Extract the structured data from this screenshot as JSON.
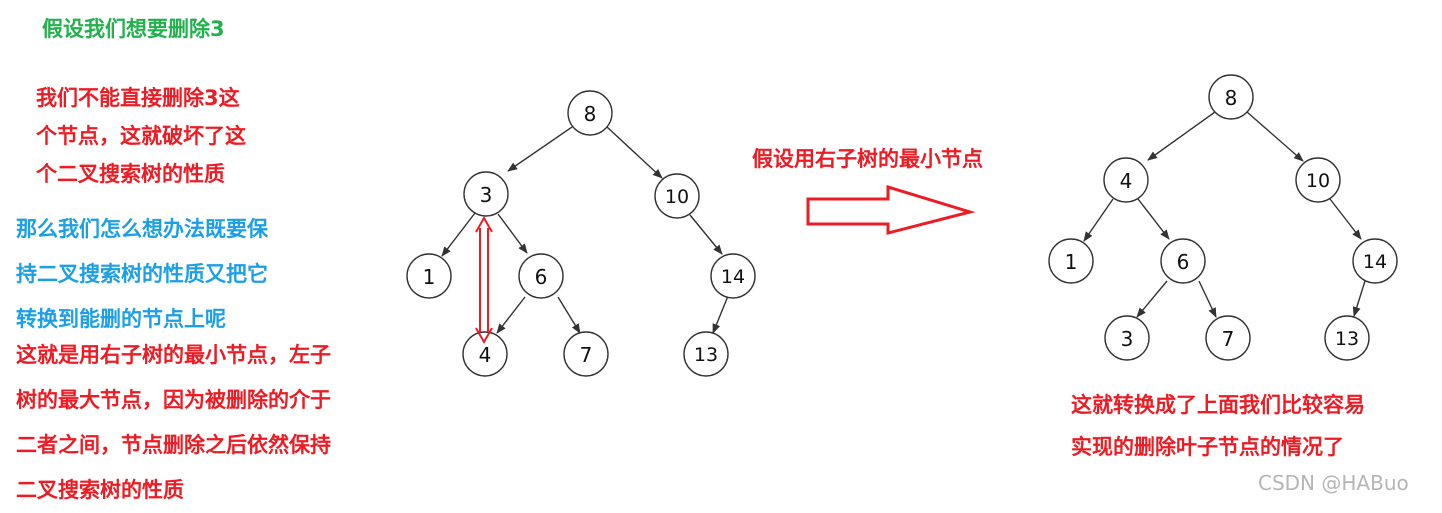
{
  "title": "假设我们想要删除3",
  "left_note_red": [
    "我们不能直接删除3这",
    "个节点，这就破坏了这",
    "个二叉搜索树的性质"
  ],
  "left_note_blue": [
    "那么我们怎么想办法既要保",
    "持二叉搜索树的性质又把它",
    "转换到能删的节点上呢"
  ],
  "left_note_red2": [
    "这就是用右子树的最小节点，左子",
    "树的最大节点，因为被删除的介于",
    "二者之间，节点删除之后依然保持",
    "二叉搜索树的性质"
  ],
  "arrow_caption": "假设用右子树的最小节点",
  "right_caption": [
    "这就转换成了上面我们比较容易",
    "实现的删除叶子节点的情况了"
  ],
  "watermark": "CSDN @HABuo",
  "tree_before": {
    "nodes": {
      "n8": "8",
      "n3": "3",
      "n10": "10",
      "n1": "1",
      "n6": "6",
      "n14": "14",
      "n4": "4",
      "n7": "7",
      "n13": "13"
    }
  },
  "tree_after": {
    "nodes": {
      "n8": "8",
      "n4": "4",
      "n10": "10",
      "n1": "1",
      "n6": "6",
      "n14": "14",
      "n3": "3",
      "n7": "7",
      "n13": "13"
    }
  },
  "colors": {
    "green": "#22b14c",
    "red": "#ed1c24",
    "blue": "#1c9fe6"
  }
}
